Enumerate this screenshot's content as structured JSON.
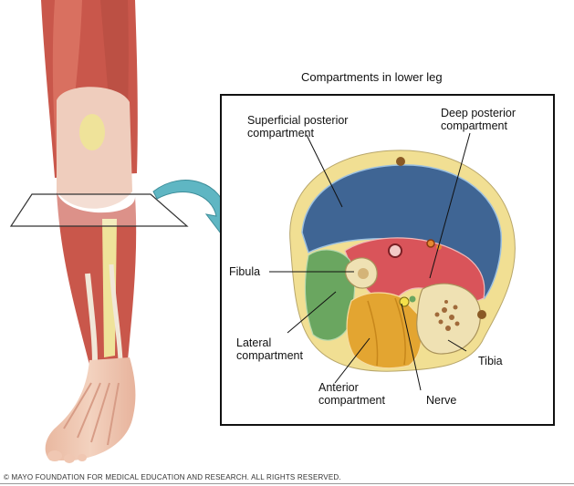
{
  "diagram": {
    "title": "Compartments in lower leg",
    "labels": {
      "superficial_posterior": [
        "Superficial posterior",
        "compartment"
      ],
      "deep_posterior": [
        "Deep posterior",
        "compartment"
      ],
      "fibula": "Fibula",
      "lateral": [
        "Lateral",
        "compartment"
      ],
      "anterior": [
        "Anterior",
        "compartment"
      ],
      "nerve": "Nerve",
      "tibia": "Tibia"
    },
    "colors": {
      "superficial_posterior": "#3f6594",
      "deep_posterior": "#d9545a",
      "lateral": "#6aa660",
      "anterior": "#e3a531",
      "bone": "#efe1b3",
      "fat": "#f1df93",
      "arrow": "#5fb6c3",
      "muscle": "#c4564a"
    }
  },
  "footer": {
    "copyright": "© MAYO FOUNDATION FOR MEDICAL EDUCATION AND RESEARCH. ALL RIGHTS RESERVED."
  }
}
